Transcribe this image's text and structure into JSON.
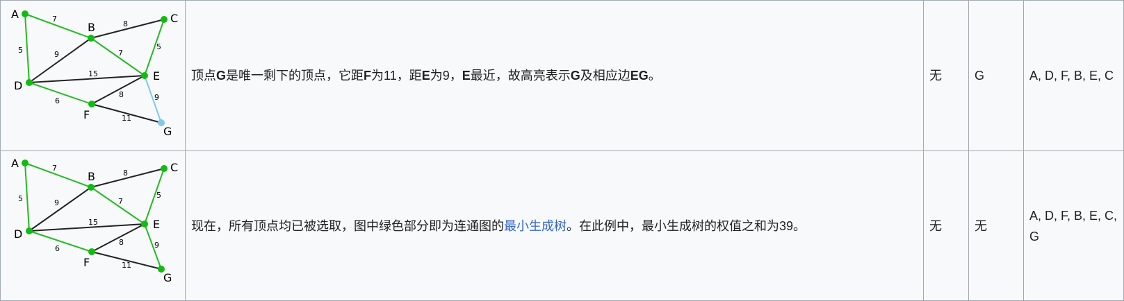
{
  "colors": {
    "green": "#22bb22",
    "black": "#222222",
    "highlight": "#7fc9ea",
    "node_green": "#11bb11",
    "node_highlight": "#7fc9ea",
    "link": "#3366cc"
  },
  "graph_labels": {
    "nodes": [
      "A",
      "B",
      "C",
      "D",
      "E",
      "F",
      "G"
    ],
    "weights": {
      "AB": "7",
      "AD": "5",
      "BC": "8",
      "BD": "9",
      "BE": "7",
      "CE": "5",
      "DE": "15",
      "DF": "6",
      "EF": "8",
      "EG": "9",
      "FG": "11"
    }
  },
  "rows": [
    {
      "desc": {
        "p1": "顶点",
        "b1": "G",
        "p2": "是唯一剩下的顶点，它距",
        "b2": "F",
        "p3": "为11，距",
        "b3": "E",
        "p4": "为9，",
        "b4": "E",
        "p5": "最近，故高亮表示",
        "b5": "G",
        "p6": "及相应边",
        "b6": "EG",
        "p7": "。"
      },
      "col3": "无",
      "col4": "G",
      "col5": "A, D, F, B, E, C"
    },
    {
      "desc": {
        "p1": "现在，所有顶点均已被选取，图中绿色部分即为连通图的",
        "link": "最小生成树",
        "p2": "。在此例中，最小生成树的权值之和为39。"
      },
      "col3": "无",
      "col4": "无",
      "col5": "A, D, F, B, E, C, G"
    }
  ]
}
